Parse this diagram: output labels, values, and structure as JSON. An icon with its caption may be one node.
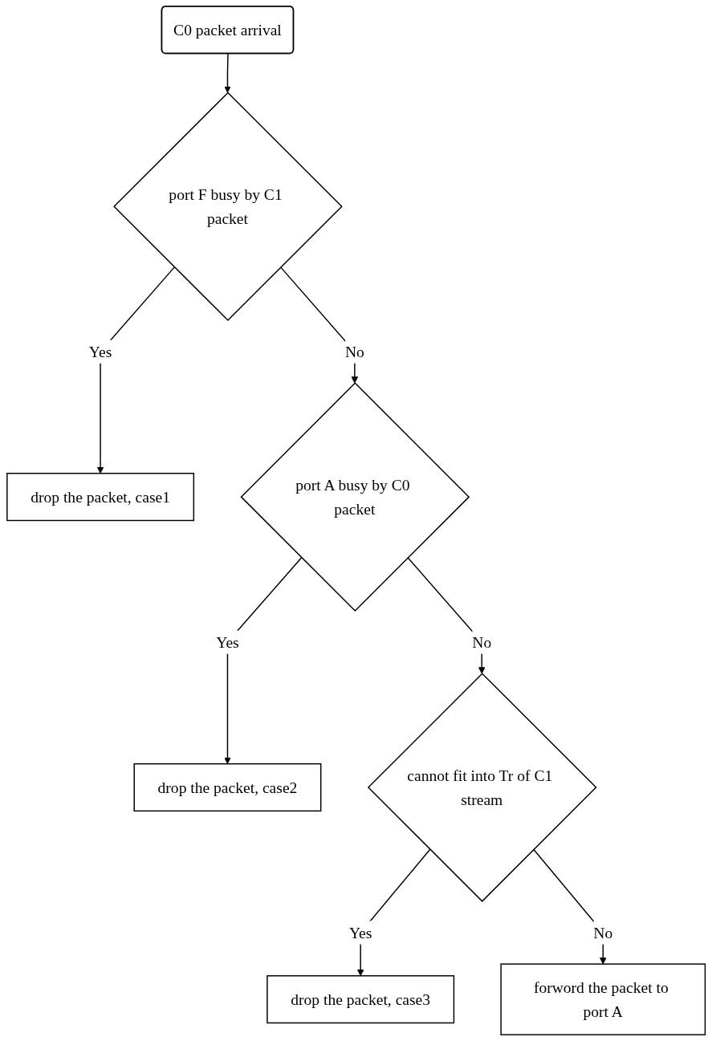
{
  "diagram": {
    "nodes": [
      {
        "text": [
          "C0 packet arrival"
        ]
      },
      {
        "text": [
          "port F busy by C1 packet"
        ]
      },
      {
        "text": [
          "drop the packet, case1"
        ]
      },
      {
        "text": [
          "port A busy by C0 packet"
        ]
      },
      {
        "text": [
          "drop the packet, case2"
        ]
      },
      {
        "text": [
          "cannot fit into Tr of C1 stream"
        ]
      },
      {
        "text": [
          "drop the packet, case3"
        ]
      },
      {
        "text": [
          "forword the packet to port A"
        ]
      }
    ],
    "edges": [
      {
        "from": 0,
        "to": 1,
        "arrow": "to"
      },
      {
        "from": 1,
        "to": 2,
        "label": "Yes",
        "arrow": "to"
      },
      {
        "from": 1,
        "to": 3,
        "label": "No",
        "arrow": "to"
      },
      {
        "from": 3,
        "to": 4,
        "label": "Yes",
        "arrow": "to"
      },
      {
        "from": 3,
        "to": 5,
        "label": "No",
        "arrow": "to"
      },
      {
        "from": 5,
        "to": 6,
        "label": "Yes",
        "arrow": "to"
      },
      {
        "from": 5,
        "to": 7,
        "label": "No",
        "arrow": "to"
      }
    ]
  }
}
